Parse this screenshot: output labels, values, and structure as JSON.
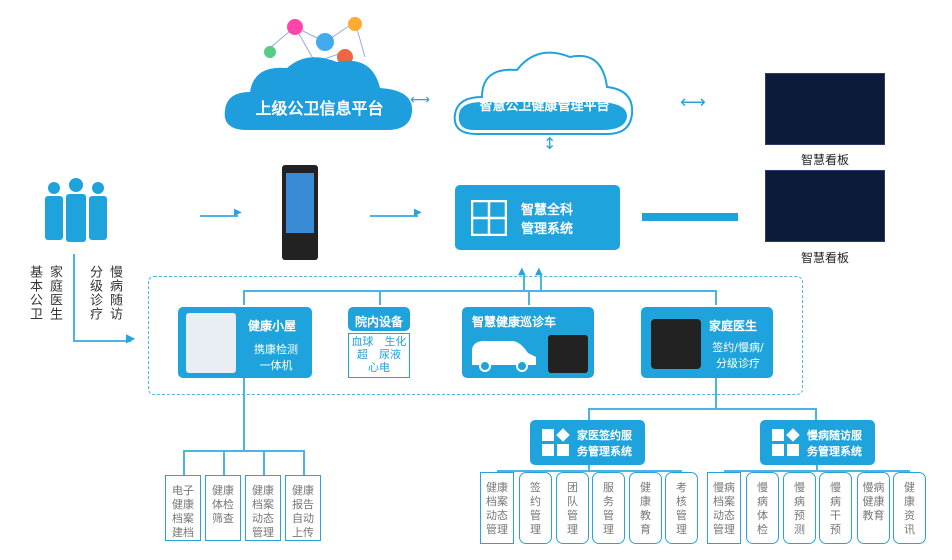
{
  "top": {
    "upper_platform": "上级公卫信息平台",
    "smart_platform": "智慧公卫健康管理平台",
    "dashboard_labels": [
      "智慧看板",
      "智慧看板"
    ]
  },
  "left": {
    "labels": [
      "家庭医生",
      "基本公卫",
      "慢病随访",
      "分级诊疗"
    ]
  },
  "center": {
    "system": [
      "智慧全科",
      "管理系统"
    ]
  },
  "modules": {
    "hut": {
      "title": "健康小屋",
      "sub": [
        "携康检测",
        "一体机"
      ]
    },
    "hospital": {
      "title": "院内设备",
      "items": [
        "血球　生化",
        "超　尿液",
        "心电"
      ]
    },
    "vehicle": {
      "title": "智慧健康巡诊车"
    },
    "doctor": {
      "title": "家庭医生",
      "sub": [
        "签约/慢病/",
        "分级诊疗"
      ]
    }
  },
  "hut_children": [
    "电子健康档案建档",
    "健康体检筛查",
    "健康档案动态管理",
    "健康报告自动上传"
  ],
  "sign_system": {
    "title": [
      "家医签约服",
      "务管理系统"
    ],
    "children": [
      "健康档案动态管理",
      "签约管理",
      "团队管理",
      "服务管理",
      "健康教育",
      "考核管理"
    ]
  },
  "chronic_system": {
    "title": [
      "慢病随访服",
      "务管理系统"
    ],
    "children": [
      "慢病档案动态管理",
      "慢病体检",
      "慢病预测",
      "慢病干预",
      "慢病健康教育",
      "健康资讯"
    ]
  },
  "colors": {
    "accent": "#1fa3dd",
    "dark": "#1a3a5c"
  }
}
